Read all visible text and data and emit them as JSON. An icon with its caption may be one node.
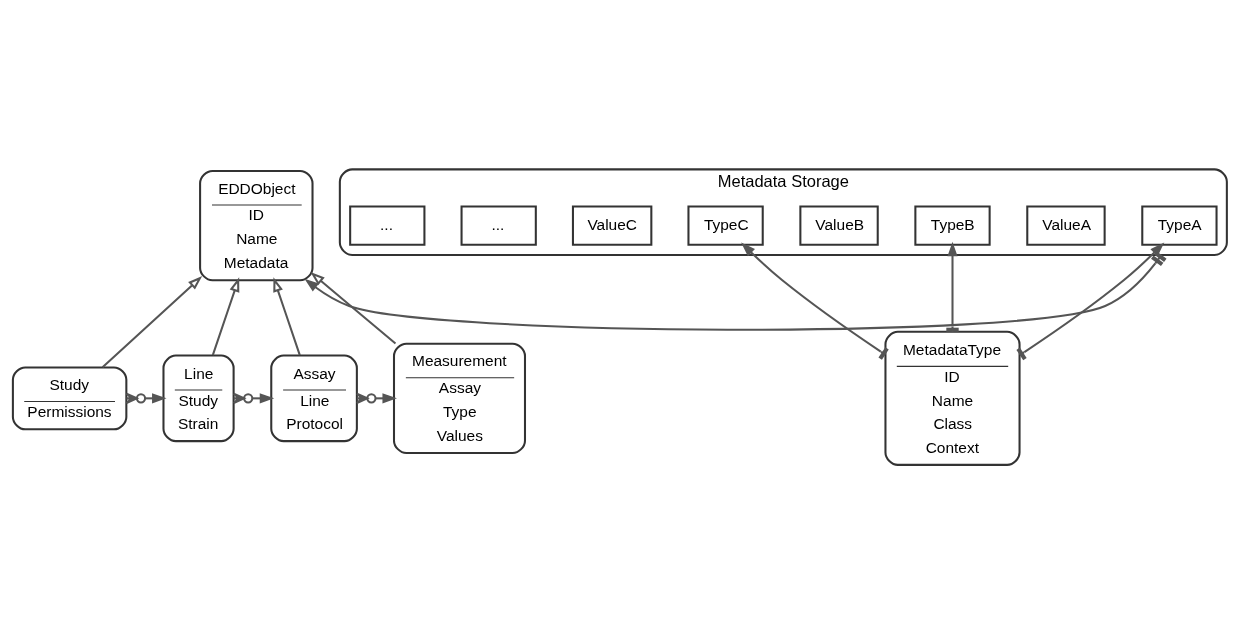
{
  "diagram": {
    "nodes": [
      {
        "text": [
          "EDDObject",
          "ID",
          "Name",
          "Metadata"
        ]
      },
      {
        "text": [
          "Metadata Storage"
        ]
      },
      {
        "text": [
          "TypeA"
        ],
        "in": 1
      },
      {
        "text": [
          "ValueA"
        ],
        "in": 1
      },
      {
        "text": [
          "TypeB"
        ],
        "in": 1
      },
      {
        "text": [
          "ValueB"
        ],
        "in": 1
      },
      {
        "text": [
          "TypeC"
        ],
        "in": 1
      },
      {
        "text": [
          "ValueC"
        ],
        "in": 1
      },
      {
        "text": [
          "..."
        ],
        "in": 1
      },
      {
        "text": [
          "..."
        ],
        "in": 1
      },
      {
        "text": [
          "MetadataType",
          "ID",
          "Name",
          "Class",
          "Context"
        ]
      },
      {
        "text": [
          "Study",
          "Permissions"
        ]
      },
      {
        "text": [
          "Line",
          "Study",
          "Strain"
        ]
      },
      {
        "text": [
          "Assay",
          "Line",
          "Protocol"
        ]
      },
      {
        "text": [
          "Measurement",
          "Assay",
          "Type",
          "Values"
        ]
      }
    ],
    "edges": [
      {
        "from": 1,
        "to": 0,
        "arrow": "to"
      },
      {
        "from": 10,
        "to": 2,
        "arrow": "to"
      },
      {
        "from": 10,
        "to": 4,
        "arrow": "to"
      },
      {
        "from": 10,
        "to": 6,
        "arrow": "to"
      },
      {
        "from": 11,
        "to": 0,
        "arrow": "to"
      },
      {
        "from": 12,
        "to": 0,
        "arrow": "to"
      },
      {
        "from": 13,
        "to": 0,
        "arrow": "to"
      },
      {
        "from": 14,
        "to": 0,
        "arrow": "to"
      },
      {
        "from": 11,
        "to": 12,
        "arrow": "to"
      },
      {
        "from": 12,
        "to": 13,
        "arrow": "to"
      },
      {
        "from": 13,
        "to": 14,
        "arrow": "to"
      }
    ]
  }
}
